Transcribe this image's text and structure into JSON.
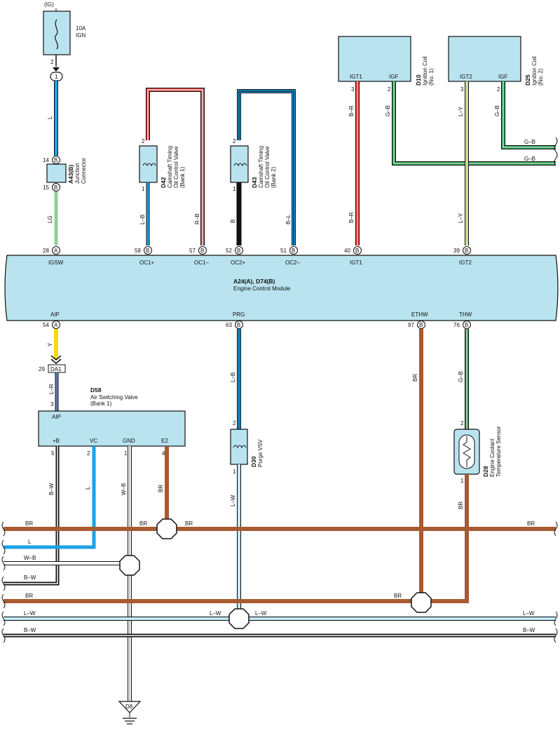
{
  "colors": {
    "box_fill": "#b9e3ef",
    "blue": "#1da1e4",
    "light_blue": "#a8dcf4",
    "red": "#e53935",
    "pink": "#f5b3b3",
    "green": "#1e9b4c",
    "light_green": "#8bcf9a",
    "yellow": "#f5d90a",
    "brown": "#a85a32",
    "black": "#111111",
    "white_wire": "#ffffff",
    "gray": "#9a9a9a"
  },
  "fuse": {
    "top_label": "(IG)",
    "rating": "10A",
    "name": "IGN",
    "pin": "2"
  },
  "junction": {
    "top_pin": "1",
    "pin14": "14",
    "pin15": "15",
    "id": "A43(B)",
    "name1": "Junction",
    "name2": "Connector"
  },
  "wire_labels": {
    "l_top": "L",
    "lg": "LG",
    "y": "Y",
    "l_r": "L–R",
    "d42_lb": "L–B",
    "d42_rb": "R–B",
    "d43_b": "B",
    "d43_bl": "B–L",
    "igt1_br_top": "B–R",
    "igt1_br_bot": "B–R",
    "igf1_gb": "G–B",
    "igt2_ly_top": "L–Y",
    "igt2_ly_bot": "L–Y",
    "igf2_gb": "G–B",
    "gb_out1": "G–B",
    "gb_out2": "G–B",
    "prg_lb": "L–B",
    "prg_lw": "L–W",
    "ethw_br": "BR",
    "thw_gb": "G–B",
    "thw_br": "BR",
    "d58_bw": "B–W",
    "d58_l": "L",
    "d58_wb": "W–B",
    "d58_br": "BR"
  },
  "d42": {
    "id": "D42",
    "line1": "Camshaft Timing",
    "line2": "Oil Control Valve",
    "line3": "(Bank 1)",
    "pin_top": "2",
    "pin_bot": "1"
  },
  "d43": {
    "id": "D43",
    "line1": "Camshaft Timing",
    "line2": "Oil Control Valve",
    "line3": "(Bank 2)",
    "pin_top": "2",
    "pin_bot": "1"
  },
  "d10": {
    "id": "D10",
    "line1": "Ignition Coil",
    "line2": "(No. 1)",
    "t1": "IGT1",
    "t2": "IGF",
    "p1": "3",
    "p2": "2"
  },
  "d25": {
    "id": "D25",
    "line1": "Ignition Coil",
    "line2": "(No. 2)",
    "t1": "IGT2",
    "t2": "IGF",
    "p1": "3",
    "p2": "2"
  },
  "ecm": {
    "title1": "A24(A), D74(B)",
    "title2": "Engine Control Module",
    "top_pins": [
      {
        "num": "28",
        "conn": "A",
        "name": "IGSW"
      },
      {
        "num": "58",
        "conn": "B",
        "name": "OC1+"
      },
      {
        "num": "57",
        "conn": "B",
        "name": "OC1–"
      },
      {
        "num": "52",
        "conn": "B",
        "name": "OC2+"
      },
      {
        "num": "51",
        "conn": "B",
        "name": "OC2–"
      },
      {
        "num": "40",
        "conn": "B",
        "name": "IGT1"
      },
      {
        "num": "39",
        "conn": "B",
        "name": "IGT2"
      }
    ],
    "bottom_pins": [
      {
        "num": "54",
        "conn": "A",
        "name": "AIP"
      },
      {
        "num": "63",
        "conn": "B",
        "name": "PRG"
      },
      {
        "num": "97",
        "conn": "B",
        "name": "ETHW"
      },
      {
        "num": "76",
        "conn": "B",
        "name": "THW"
      }
    ]
  },
  "da1": {
    "pin": "29",
    "id": "DA1",
    "pin3": "3"
  },
  "d58": {
    "id": "D58",
    "line1": "Air Switching Valve",
    "line2": "(Bank 1)",
    "aip": "AIP",
    "terms": [
      {
        "name": "+B",
        "pin": "5"
      },
      {
        "name": "VC",
        "pin": "2"
      },
      {
        "name": "GND",
        "pin": "1"
      },
      {
        "name": "E2",
        "pin": "4"
      }
    ]
  },
  "d30": {
    "id": "D30",
    "name": "Purge VSV",
    "pin_top": "2",
    "pin_bot": "1"
  },
  "d28": {
    "id": "D28",
    "line1": "Engine Coolant",
    "line2": "Temperature Sensor",
    "pin_top": "2",
    "pin_bot": "1"
  },
  "bus_labels": {
    "br1_left": "BR",
    "br1_mid": "BR",
    "br1_mid2": "BR",
    "br1_right": "BR",
    "l": "L",
    "wb": "W–B",
    "bw": "B–W",
    "br2_left": "BR",
    "br2_right": "BR",
    "lw_left": "L–W",
    "lw_mid1": "L–W",
    "lw_mid2": "L–W",
    "lw_right": "L–W",
    "bw2_left": "B–W",
    "bw2_right": "B–W"
  },
  "ground": {
    "id": "D8"
  }
}
